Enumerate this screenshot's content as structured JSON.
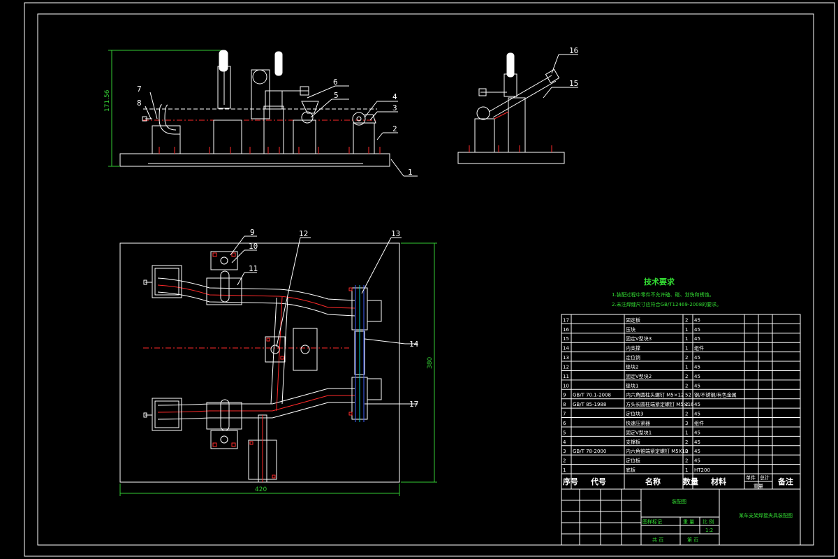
{
  "front_view": {
    "height_dim": "171.56",
    "balloons": [
      "1",
      "2",
      "3",
      "4",
      "5",
      "6",
      "7",
      "8"
    ]
  },
  "side_view": {
    "balloons": [
      "15",
      "16"
    ]
  },
  "top_view": {
    "width_dim": "420",
    "height_dim": "380",
    "balloons": [
      "9",
      "10",
      "11",
      "12",
      "13",
      "14",
      "17"
    ]
  },
  "tech_requirements": {
    "title": "技术要求",
    "lines": [
      "1.装配过程中零件不允许磕、碰、划伤和锈蚀。",
      "2.未注焊缝尺寸应符合GB/T12469-2008的要求。"
    ]
  },
  "parts_table": {
    "header": {
      "no": "序号",
      "code": "代号",
      "name": "名称",
      "qty": "数量",
      "material": "材料",
      "single": "单件",
      "total": "总计",
      "weight": "重量",
      "remark": "备注"
    },
    "rows": [
      {
        "no": "17",
        "code": "",
        "name": "固定板",
        "qty": "2",
        "material": "45"
      },
      {
        "no": "16",
        "code": "",
        "name": "压块",
        "qty": "1",
        "material": "45"
      },
      {
        "no": "15",
        "code": "",
        "name": "固定V型块3",
        "qty": "1",
        "material": "45"
      },
      {
        "no": "14",
        "code": "",
        "name": "内支撑",
        "qty": "1",
        "material": "组件"
      },
      {
        "no": "13",
        "code": "",
        "name": "定位销",
        "qty": "2",
        "material": "45"
      },
      {
        "no": "12",
        "code": "",
        "name": "垫块2",
        "qty": "1",
        "material": "45"
      },
      {
        "no": "11",
        "code": "",
        "name": "固定V型块2",
        "qty": "2",
        "material": "45"
      },
      {
        "no": "10",
        "code": "",
        "name": "垫块1",
        "qty": "2",
        "material": "45"
      },
      {
        "no": "9",
        "code": "GB/T 70.1-2008",
        "name": "内六角圆柱头螺钉 M5×12",
        "qty": "52",
        "material": "钢/不锈钢/有色金属"
      },
      {
        "no": "8",
        "code": "GB/T 85-1988",
        "name": "方头长圆柱端紧定螺钉 M5×16",
        "qty": "2",
        "material": "45"
      },
      {
        "no": "7",
        "code": "",
        "name": "定位块3",
        "qty": "2",
        "material": "45"
      },
      {
        "no": "6",
        "code": "",
        "name": "快速压紧器",
        "qty": "3",
        "material": "组件"
      },
      {
        "no": "5",
        "code": "",
        "name": "固定V型块1",
        "qty": "1",
        "material": "45"
      },
      {
        "no": "4",
        "code": "",
        "name": "支撑板",
        "qty": "2",
        "material": "45"
      },
      {
        "no": "3",
        "code": "GB/T 78-2000",
        "name": "内六角锥端紧定螺钉 M5X10",
        "qty": "2",
        "material": "45"
      },
      {
        "no": "2",
        "code": "",
        "name": "定位板",
        "qty": "2",
        "material": "45"
      },
      {
        "no": "1",
        "code": "",
        "name": "底板",
        "qty": "1",
        "material": "HT200"
      }
    ]
  },
  "title_block": {
    "drawing_name": "装配图",
    "project": "某车支架焊接夹具装配图",
    "stage_mark": "图样标记",
    "weight": "重 量",
    "scale_label": "比 例",
    "scale": "1:2",
    "sheet_total": "共 页",
    "sheet_no": "第 页"
  }
}
